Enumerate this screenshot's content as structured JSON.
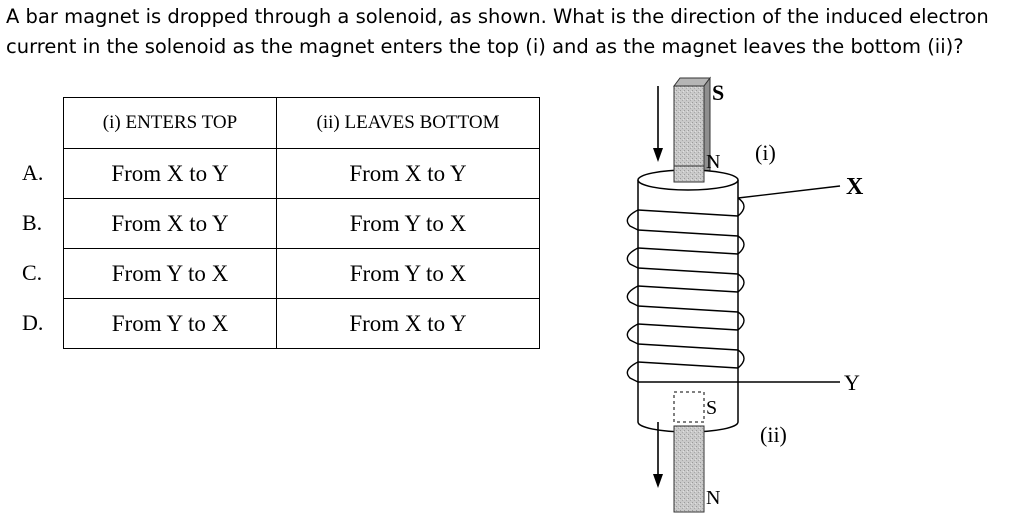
{
  "question": {
    "line1": "A bar magnet is dropped through a solenoid, as shown.  What is the direction of the induced electron",
    "line2": "current in the  solenoid as the magnet enters the top (i) and as the magnet  leaves the bottom (ii)?"
  },
  "table": {
    "headers": [
      "(i) ENTERS TOP",
      "(ii) LEAVES BOTTOM"
    ],
    "rows": [
      {
        "label": "A.",
        "enters": "From X to Y",
        "leaves": "From X to Y"
      },
      {
        "label": "B.",
        "enters": "From X to Y",
        "leaves": "From Y to X"
      },
      {
        "label": "C.",
        "enters": "From Y to X",
        "leaves": "From Y to X"
      },
      {
        "label": "D.",
        "enters": "From Y to X",
        "leaves": "From X to Y"
      }
    ]
  },
  "diagram": {
    "top_pole_S": "S",
    "top_pole_N": "N",
    "label_i": "(i)",
    "label_x": "X",
    "label_y": "Y",
    "bottom_pole_S": "S",
    "bottom_pole_N": "N",
    "label_ii": "(ii)"
  }
}
